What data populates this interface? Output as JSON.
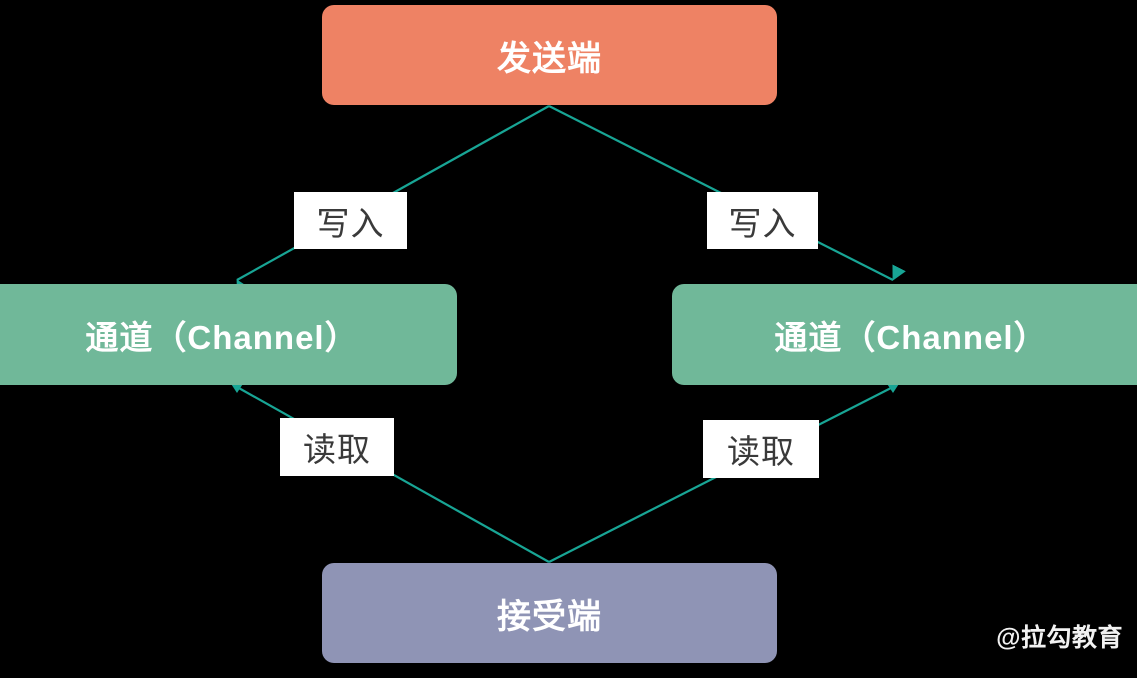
{
  "diagram": {
    "title": "Channel data flow diagram",
    "background_color": "#000000",
    "arrow_color": "#18a595",
    "nodes": {
      "sender": {
        "label": "发送端",
        "color": "#ee8264",
        "text_color": "#ffffff"
      },
      "channel_left": {
        "label": "通道（Channel）",
        "color": "#70b899",
        "text_color": "#ffffff"
      },
      "channel_right": {
        "label": "通道（Channel）",
        "color": "#70b899",
        "text_color": "#ffffff"
      },
      "receiver": {
        "label": "接受端",
        "color": "#8f94b5",
        "text_color": "#ffffff"
      }
    },
    "edge_labels": {
      "write_left": "写入",
      "write_right": "写入",
      "read_left": "读取",
      "read_right": "读取"
    },
    "watermark": "@拉勾教育"
  }
}
